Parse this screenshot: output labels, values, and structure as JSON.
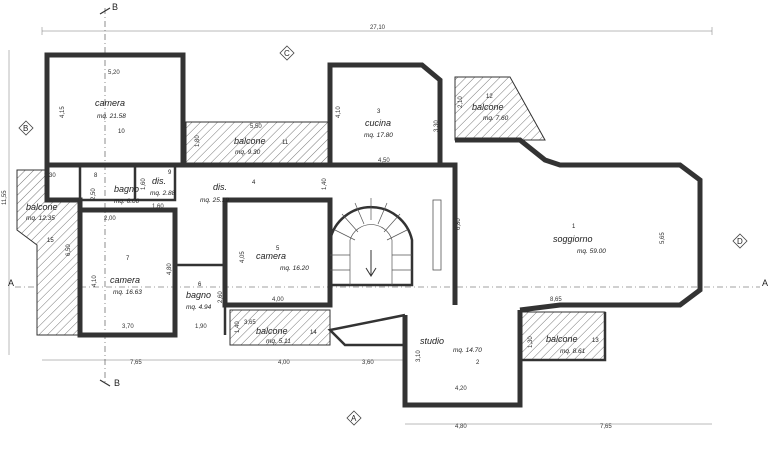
{
  "top_total": "27,10",
  "left_total": "11,55",
  "bottom_dims": [
    "7,65",
    "4,00",
    "3,60",
    "4,80",
    "7,65"
  ],
  "section_marks": {
    "b": "B",
    "a": "A"
  },
  "axis_marks": {
    "top": "C",
    "left": "B",
    "right": "D",
    "bottom": "A"
  },
  "rooms": {
    "camera10": {
      "name": "camera",
      "area": "mq. 21.58",
      "num": "10"
    },
    "balcone11": {
      "name": "balcone",
      "area": "mq. 9.30",
      "num": "11"
    },
    "cucina3": {
      "name": "cucina",
      "area": "mq. 17.80",
      "num": "3"
    },
    "balcone12": {
      "name": "balcone",
      "area": "mq. 7.60",
      "num": "12"
    },
    "bagno8": {
      "name": "bagno",
      "area": "mq. 6.00",
      "num": "8"
    },
    "dis9": {
      "name": "dis.",
      "area": "mq. 2.88",
      "num": "9"
    },
    "dis4": {
      "name": "dis.",
      "area": "mq. 25.19",
      "num": "4"
    },
    "balcone15": {
      "name": "balcone",
      "area": "mq. 12.35",
      "num": "15"
    },
    "camera7": {
      "name": "camera",
      "area": "mq. 16.63",
      "num": "7"
    },
    "camera5": {
      "name": "camera",
      "area": "mq. 16.20",
      "num": "5"
    },
    "bagno6": {
      "name": "bagno",
      "area": "mq. 4.94",
      "num": "6"
    },
    "balcone14": {
      "name": "balcone",
      "area": "mq. 5.11",
      "num": "14"
    },
    "soggiorno1": {
      "name": "soggiorno",
      "area": "mq. 59.00",
      "num": "1"
    },
    "studio2": {
      "name": "studio",
      "area": "mq. 14.70",
      "num": "2"
    },
    "balcone13": {
      "name": "balcone",
      "area": "mq. 8.61",
      "num": "13"
    }
  },
  "inner_dims": {
    "d520": "5,20",
    "d415": "4,15",
    "d550": "5,50",
    "d180": "1,80",
    "d410a": "4,10",
    "d330": "3,30",
    "d450": "4,50",
    "d210": "2,10",
    "d230": "2,30",
    "d250": "2,50",
    "d160a": "1,60",
    "d160b": "1,60",
    "d200": "2,00",
    "d140": "1,40",
    "d680": "6,80",
    "d565": "5,65",
    "d650": "6,50",
    "d410b": "4,10",
    "d480": "4,80",
    "d405": "4,05",
    "d400": "4,00",
    "d260": "2,60",
    "d370": "3,70",
    "d190": "1,90",
    "d365": "3,65",
    "d140b": "1,40",
    "d865": "8,65",
    "d310": "3,10",
    "d420": "4,20",
    "d130": "1,30"
  }
}
